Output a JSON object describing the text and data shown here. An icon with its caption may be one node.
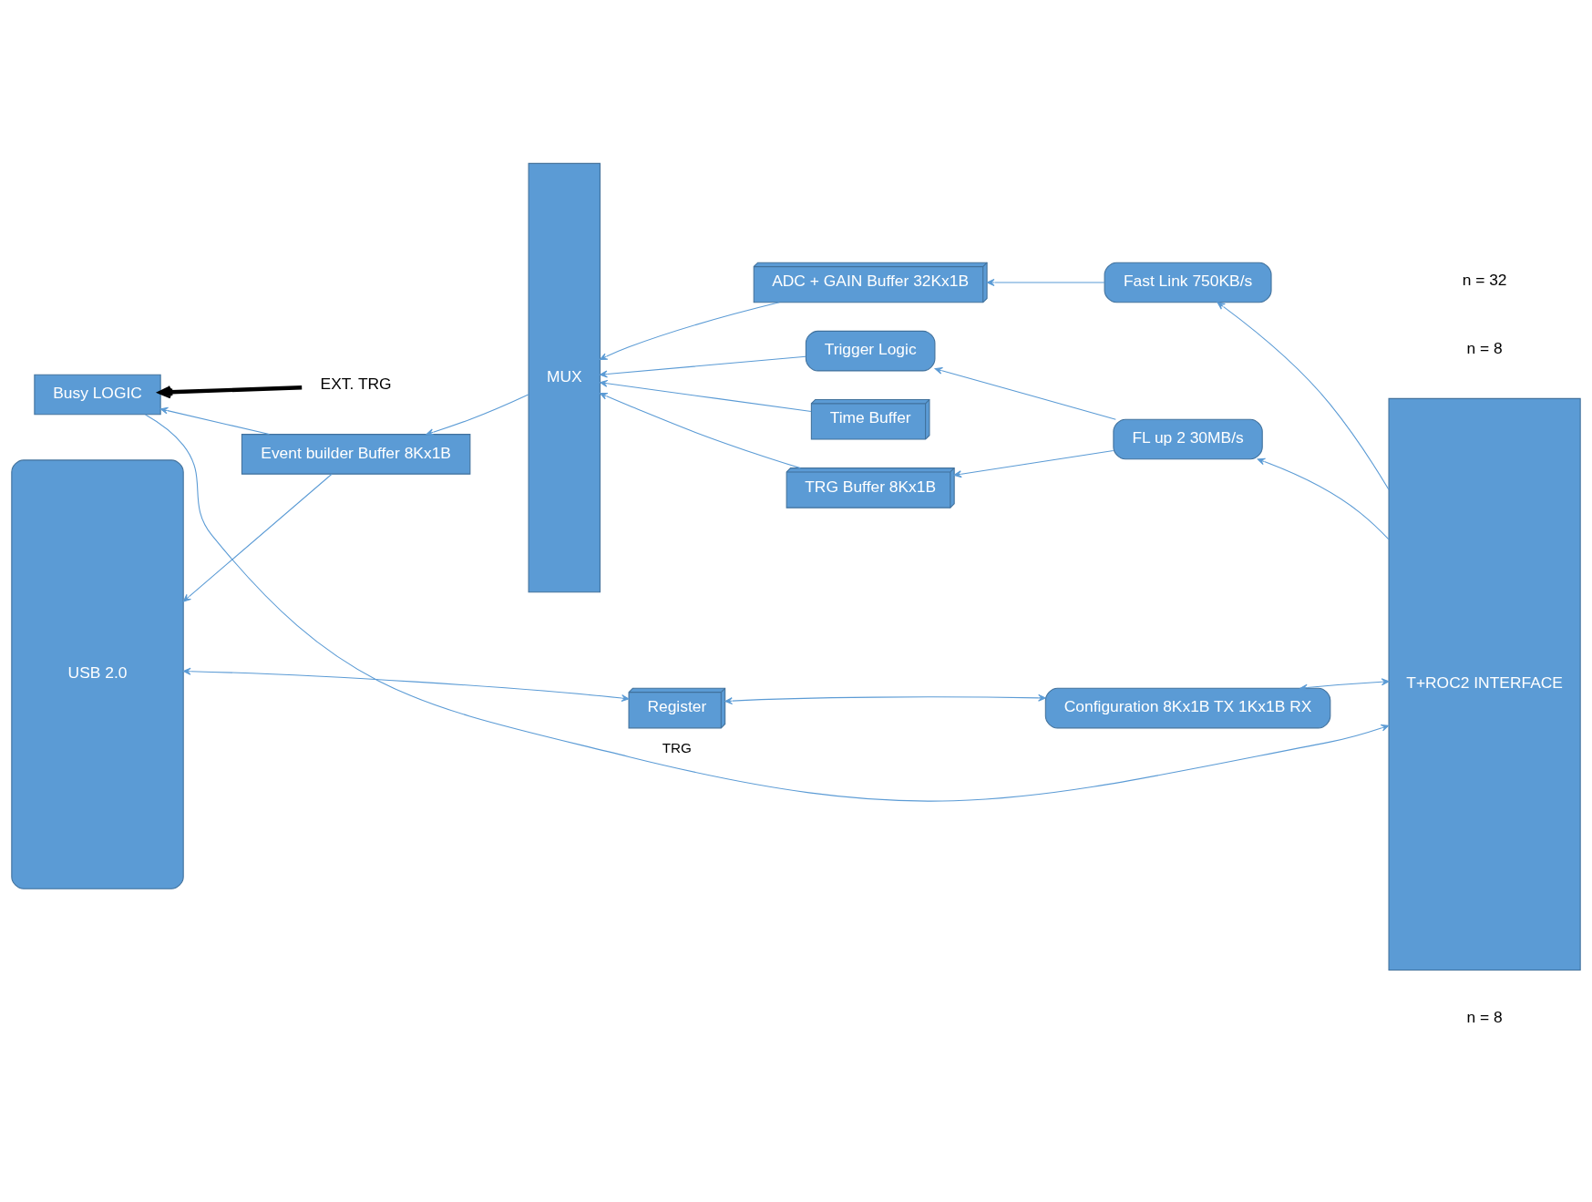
{
  "diagram": {
    "nodes": [
      {
        "text": [
          "USB 2.0"
        ]
      },
      {
        "text": [
          "Event builder Buffer 8Kx1B"
        ]
      },
      {
        "text": [
          "Busy LOGIC"
        ]
      },
      {
        "text": [
          "Register"
        ]
      },
      {
        "text": [
          "MUX"
        ]
      },
      {
        "text": [
          "ADC + GAIN Buffer 32Kx1B"
        ]
      },
      {
        "text": [
          "TRG Buffer 8Kx1B"
        ]
      },
      {
        "text": [
          "Time Buffer"
        ]
      },
      {
        "text": [
          "Fast Link 750KB/s"
        ]
      },
      {
        "text": [
          "FL up 2 30MB/s"
        ]
      },
      {
        "text": [
          "Trigger Logic"
        ]
      },
      {
        "text": [
          "Configuration 8Kx1B TX 1Kx1B RX"
        ]
      },
      {
        "text": [
          "T+ROC2 INTERFACE"
        ]
      },
      {
        "text": [
          "EXT. TRG"
        ]
      }
    ],
    "edges": [
      {
        "from": 1,
        "to": 0,
        "arrow": "to"
      },
      {
        "from": 4,
        "to": 1,
        "arrow": "to"
      },
      {
        "from": 1,
        "to": 2,
        "arrow": "to"
      },
      {
        "from": 13,
        "to": 2,
        "arrow": "to",
        "style": "thick",
        "color": "#000000"
      },
      {
        "from": 0,
        "to": 3,
        "arrow": "both"
      },
      {
        "from": 5,
        "to": 4,
        "arrow": "to"
      },
      {
        "from": 6,
        "to": 4,
        "arrow": "to"
      },
      {
        "from": 7,
        "to": 4,
        "arrow": "to"
      },
      {
        "from": 8,
        "to": 5,
        "arrow": "to"
      },
      {
        "from": 9,
        "to": 6,
        "arrow": "to"
      },
      {
        "from": 9,
        "to": 10,
        "arrow": "to"
      },
      {
        "from": 10,
        "to": 4,
        "arrow": "to"
      },
      {
        "from": 12,
        "to": 8,
        "arrow": "to"
      },
      {
        "from": 12,
        "to": 9,
        "arrow": "to"
      },
      {
        "from": 11,
        "to": 12,
        "arrow": "both"
      },
      {
        "from": 3,
        "to": 11,
        "arrow": "both"
      },
      {
        "from": 2,
        "to": 12,
        "arrow": "to",
        "label": "TRG"
      }
    ],
    "labels": [
      "n = 32",
      "n = 8",
      "n = 8"
    ]
  }
}
